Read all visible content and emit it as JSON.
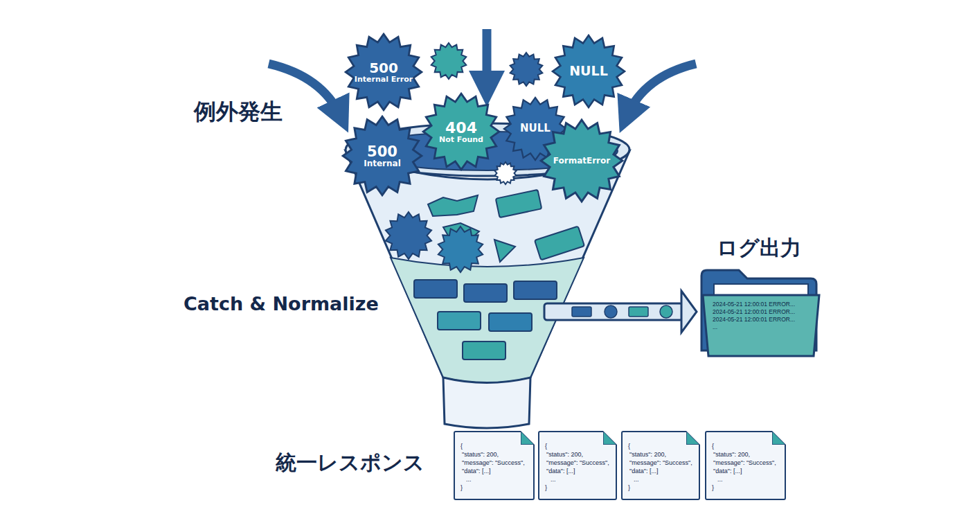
{
  "diagram": {
    "nodes": [
      {
        "text": [
          "500",
          "Internal Error"
        ]
      },
      {
        "text": [
          "NULL"
        ]
      },
      {
        "text": [
          "404",
          "Not Found"
        ]
      },
      {
        "text": [
          "NULL"
        ]
      },
      {
        "text": [
          "500",
          "Internal"
        ]
      },
      {
        "text": [
          "FormatError"
        ]
      },
      {
        "text": [
          "ログ出力",
          "2024-05-21 12:00:01 ERROR...",
          "2024-05-21 12:00:01 ERROR...",
          "2024-05-21 12:00:01 ERROR...",
          "..."
        ]
      },
      {
        "text": [
          "{",
          "\"status\": 200,",
          "\"message\": \"Success\",",
          "\"data\": [...]",
          "...",
          "}"
        ]
      },
      {
        "text": [
          "{",
          "\"status\": 200,",
          "\"message\": \"Success\",",
          "\"data\": [...]",
          "...",
          "}"
        ]
      },
      {
        "text": [
          "{",
          "\"status\": 200,",
          "\"message\": \"Success\",",
          "\"data\": [...]",
          "...",
          "}"
        ]
      },
      {
        "text": [
          "{",
          "\"status\": 200,",
          "\"message\": \"Success\",",
          "\"data\": [...]",
          "...",
          "}"
        ]
      }
    ],
    "labels": [
      "例外発生",
      "Catch & Normalize",
      "統一レスポンス"
    ]
  }
}
